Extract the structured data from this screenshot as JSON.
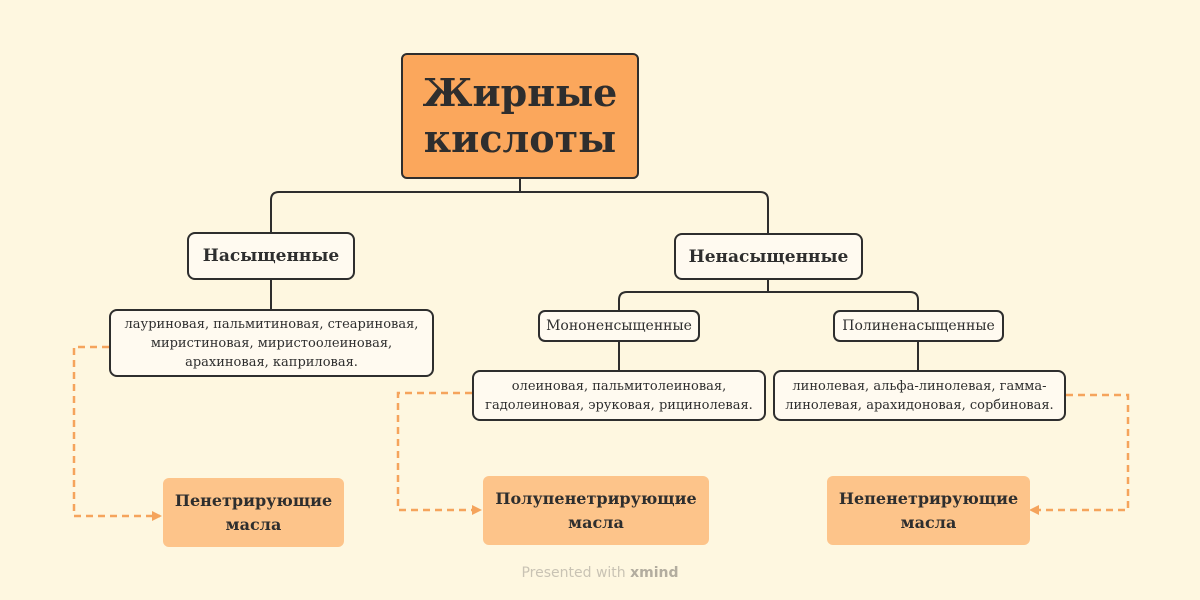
{
  "root": {
    "line1": "Жирные",
    "line2": "кислоты"
  },
  "saturated": {
    "label": "Насыщенные",
    "examples": [
      "лауриновая, пальмитиновая, стеариновая,",
      "миристиновая, миристоолеиновая,",
      "арахиновая, каприловая."
    ]
  },
  "unsaturated": {
    "label": "Ненасыщенные",
    "mono": {
      "label": "Мононенсыщенные",
      "examples": [
        "олеиновая, пальмитолеиновая,",
        "гадолеиновая, эруковая, рицинолевая."
      ]
    },
    "poly": {
      "label": "Полиненасыщенные",
      "examples": [
        "линолевая, альфа-линолевая, гамма-",
        "линолевая, арахидоновая, сорбиновая."
      ]
    }
  },
  "oils": {
    "penetrating": [
      "Пенетрирующие",
      "масла"
    ],
    "semi": [
      "Полупенетрирующие",
      "масла"
    ],
    "non": [
      "Непенетрирующие",
      "масла"
    ]
  },
  "footer": {
    "prefix": "Presented with",
    "brand": "xmind"
  },
  "colors": {
    "background": "#fef7e0",
    "root": "#fba75c",
    "oil": "#fdc48a",
    "dashed": "#f5a45c",
    "line": "#2e2e2e"
  }
}
